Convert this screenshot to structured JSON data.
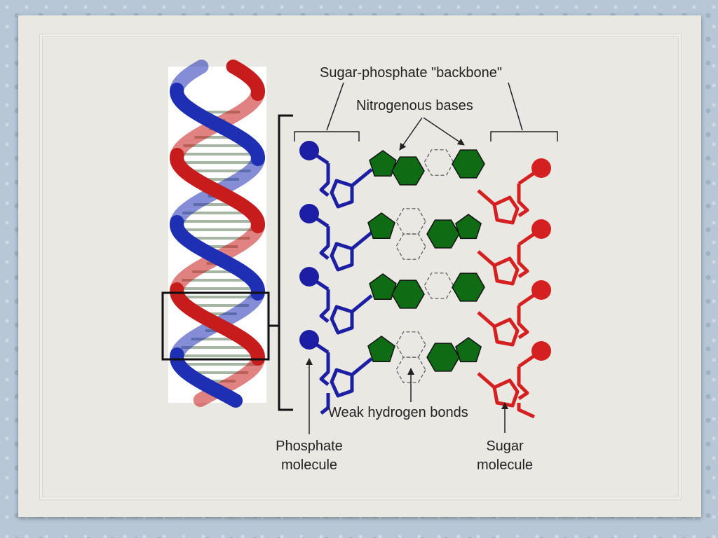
{
  "labels": {
    "backbone": "Sugar-phosphate \"backbone\"",
    "bases": "Nitrogenous bases",
    "hydrogen": "Weak hydrogen bonds",
    "phosphate_line1": "Phosphate",
    "phosphate_line2": "molecule",
    "sugar_line1": "Sugar",
    "sugar_line2": "molecule"
  },
  "colors": {
    "strand_left": "#1c1fa3",
    "strand_right": "#d42020",
    "base": "#0f6b14",
    "helix_blue": "#1f2fb3",
    "helix_red": "#c61c1c",
    "rung": "#a7b5a5"
  },
  "rows": 4
}
